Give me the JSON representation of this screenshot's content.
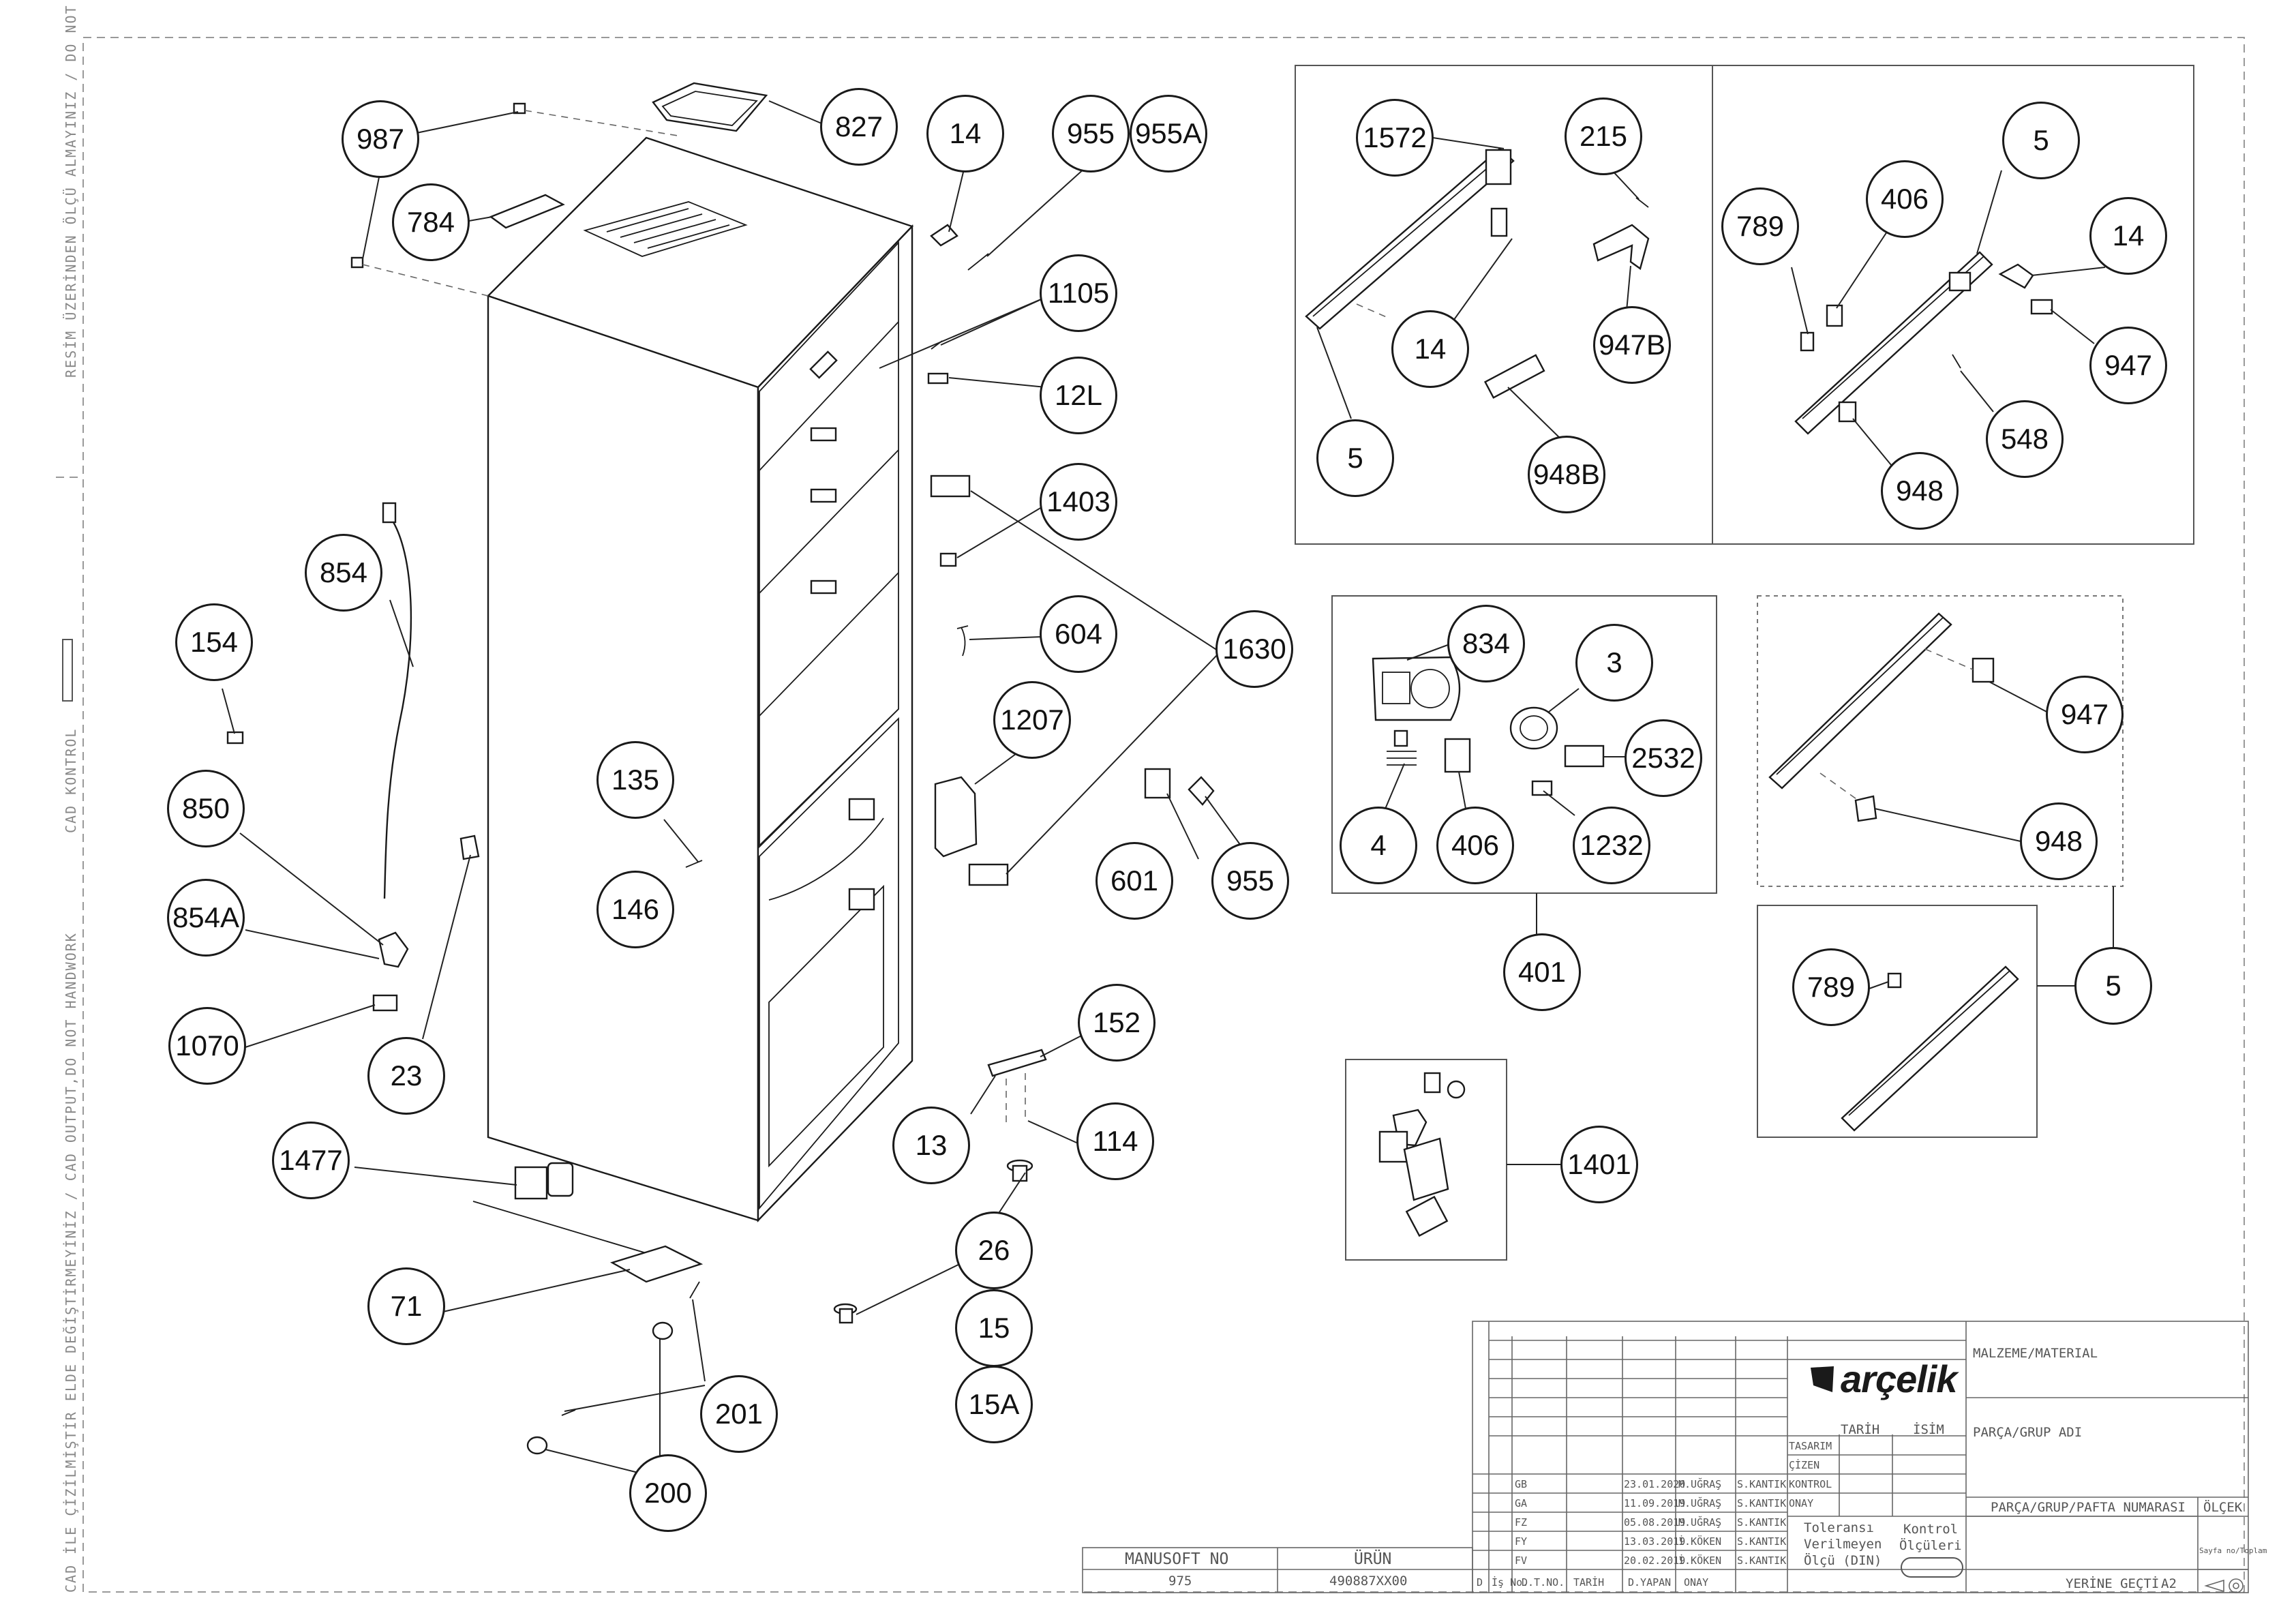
{
  "side_text": {
    "top": "RESİM ÜZERİNDEN ÖLÇÜ ALMAYINIZ / DO NOT SCALE",
    "middle": "CAD KONTROL",
    "bottom": "CAD İLE ÇİZİLMİŞTİR ELDE DEĞİŞTİRMEYİNİZ / CAD OUTPUT,DO NOT HANDWORK"
  },
  "callouts": {
    "c987": "987",
    "c827": "827",
    "c14a": "14",
    "c955a": "955",
    "c955A": "955A",
    "c784": "784",
    "c1105": "1105",
    "c12L": "12L",
    "c1403": "1403",
    "c604": "604",
    "c1630": "1630",
    "c1207": "1207",
    "c854": "854",
    "c154": "154",
    "c850": "850",
    "c854A": "854A",
    "c1070": "1070",
    "c23": "23",
    "c135": "135",
    "c146": "146",
    "c601": "601",
    "c955b": "955",
    "c152": "152",
    "c13": "13",
    "c114": "114",
    "c1477": "1477",
    "c26": "26",
    "c15": "15",
    "c15A": "15A",
    "c71": "71",
    "c201": "201",
    "c200": "200",
    "c1572": "1572",
    "c215": "215",
    "c14b": "14",
    "c947B": "947B",
    "c5a": "5",
    "c948B": "948B",
    "c5b": "5",
    "c789a": "789",
    "c406a": "406",
    "c14c": "14",
    "c947a": "947",
    "c548": "548",
    "c948a": "948",
    "c834": "834",
    "c3": "3",
    "c2532": "2532",
    "c4": "4",
    "c406b": "406",
    "c1232": "1232",
    "c401": "401",
    "c947b": "947",
    "c948b": "948",
    "c789b": "789",
    "c5c": "5",
    "c1401": "1401"
  },
  "title_block": {
    "brand": "arçelik",
    "material": "MALZEME/MATERIAL",
    "part_group_name": "PARÇA/GRUP ADI",
    "part_number": "PARÇA/GRUP/PAFTA NUMARASI",
    "scale": "ÖLÇEK",
    "date_h": "TARİH",
    "name_h": "İSİM",
    "roles": [
      "TASARIM",
      "ÇİZEN",
      "KONTROL",
      "ONAY"
    ],
    "revisions": [
      {
        "code": "GB",
        "date": "23.01.2020",
        "drawn": "M.UĞRAŞ",
        "checked": "S.KANTIK"
      },
      {
        "code": "GA",
        "date": "11.09.2019",
        "drawn": "M.UĞRAŞ",
        "checked": "S.KANTIK"
      },
      {
        "code": "FZ",
        "date": "05.08.2019",
        "drawn": "M.UĞRAŞ",
        "checked": "S.KANTIK"
      },
      {
        "code": "FY",
        "date": "13.03.2019",
        "drawn": "İ.KÖKEN",
        "checked": "S.KANTIK"
      },
      {
        "code": "FV",
        "date": "20.02.2019",
        "drawn": "İ.KÖKEN",
        "checked": "S.KANTIK"
      }
    ],
    "rev_footer": [
      "D",
      "İş No.",
      "D.T.NO.",
      "TARİH",
      "D.YAPAN",
      "ONAY"
    ],
    "tolerance": [
      "Toleransı",
      "Verilmeyen",
      "Ölçü (DIN)"
    ],
    "control": [
      "Kontrol",
      "Ölçüleri"
    ],
    "replaces": "YERİNE GEÇTİ",
    "sheet_size": "A2",
    "sheet_no": "Sayfa no/Toplam",
    "manusoft_h": "MANUSOFT NO",
    "manusoft_v": "975",
    "product_h": "ÜRÜN",
    "product_v": "490887XX00"
  }
}
